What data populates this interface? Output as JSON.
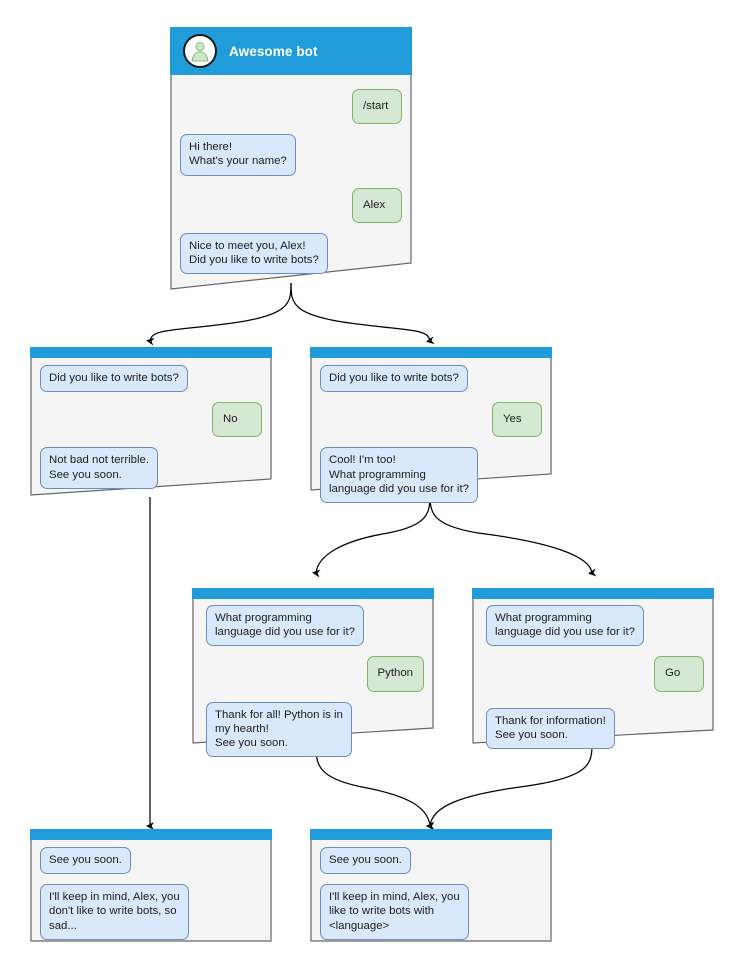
{
  "diagram": {
    "title": "Telegram bot conversation flowchart",
    "colors": {
      "header_blue": "#1F9CD9",
      "card_bg": "#F5F5F5",
      "card_border": "#666666",
      "bot_bubble_fill": "#DAE8FC",
      "bot_bubble_border": "#6C8EBF",
      "user_bubble_fill": "#D5E8D4",
      "user_bubble_border": "#82B366",
      "connector": "#000000",
      "avatar_person": "#A8CFA0"
    }
  },
  "cards": {
    "root": {
      "name": "Awesome bot",
      "avatar_icon": "person-avatar-icon",
      "messages": [
        {
          "side": "user",
          "text": "/start"
        },
        {
          "side": "bot",
          "text": "Hi there!\nWhat's your name?"
        },
        {
          "side": "user",
          "text": "Alex"
        },
        {
          "side": "bot",
          "text": "Nice to meet you, Alex!\nDid you like to write bots?"
        }
      ]
    },
    "no_branch": {
      "messages": [
        {
          "side": "bot",
          "text": "Did you like to write bots?"
        },
        {
          "side": "user",
          "text": "No"
        },
        {
          "side": "bot",
          "text": "Not bad not terrible.\nSee you soon."
        }
      ]
    },
    "yes_branch": {
      "messages": [
        {
          "side": "bot",
          "text": "Did you like to write bots?"
        },
        {
          "side": "user",
          "text": "Yes"
        },
        {
          "side": "bot",
          "text": "Cool! I'm too!\nWhat programming\nlanguage did you use for it?"
        }
      ]
    },
    "python_branch": {
      "messages": [
        {
          "side": "bot",
          "text": "What programming\nlanguage did you use for it?"
        },
        {
          "side": "user",
          "text": "Python"
        },
        {
          "side": "bot",
          "text": "Thank for all! Python is in\nmy hearth!\nSee you soon."
        }
      ]
    },
    "go_branch": {
      "messages": [
        {
          "side": "bot",
          "text": "What programming\nlanguage did you use for it?"
        },
        {
          "side": "user",
          "text": "Go"
        },
        {
          "side": "bot",
          "text": "Thank for information!\nSee you soon."
        }
      ]
    },
    "end_no": {
      "messages": [
        {
          "side": "bot",
          "text": "See you soon."
        },
        {
          "side": "bot",
          "text": "I'll keep in mind, Alex, you\ndon't like to write bots, so\nsad..."
        }
      ]
    },
    "end_yes": {
      "messages": [
        {
          "side": "bot",
          "text": "See you soon."
        },
        {
          "side": "bot",
          "text": "I'll keep in mind, Alex, you\nlike to write bots with\n<language>"
        }
      ]
    }
  }
}
